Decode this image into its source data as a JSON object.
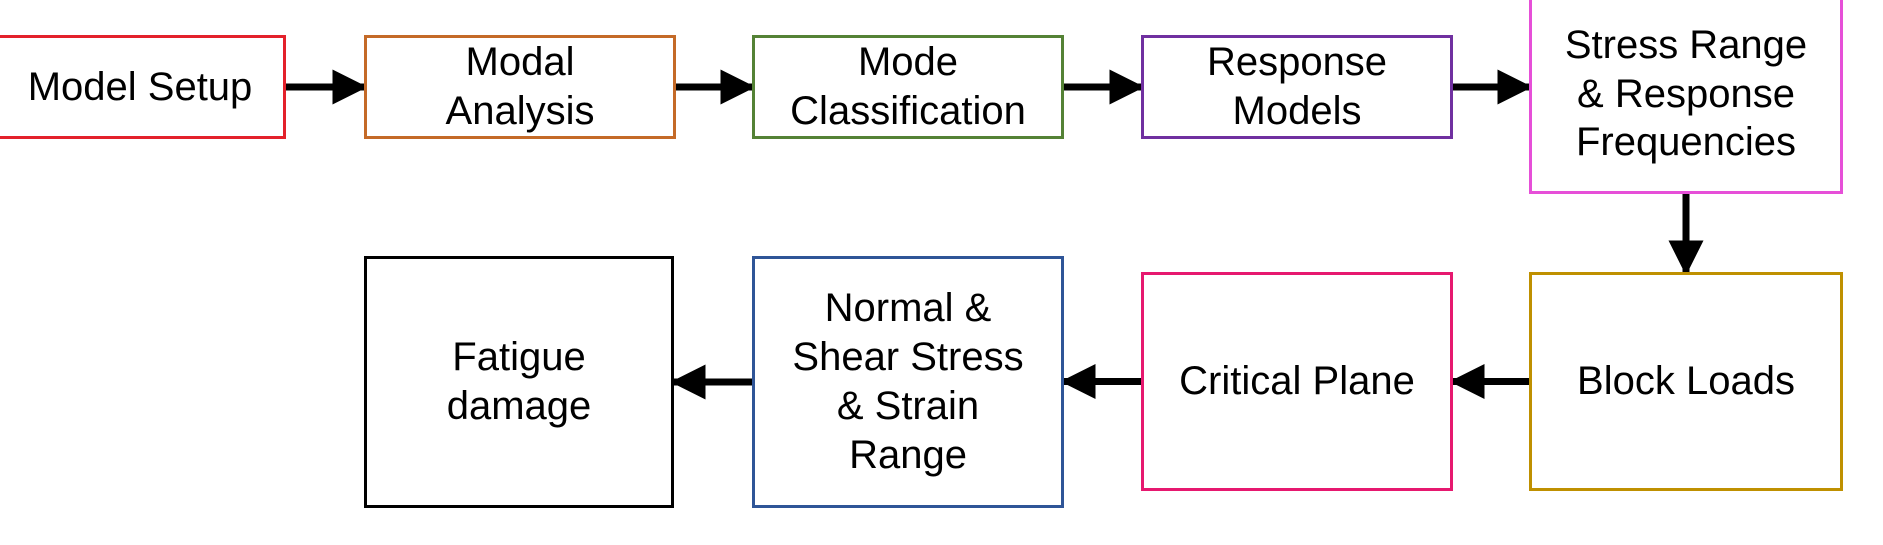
{
  "diagram": {
    "nodes": [
      {
        "id": "model_setup",
        "label": "Model Setup",
        "color": "#e3212b"
      },
      {
        "id": "modal_analysis",
        "label": "Modal\nAnalysis",
        "color": "#c46a28"
      },
      {
        "id": "mode_classification",
        "label": "Mode\nClassification",
        "color": "#548235"
      },
      {
        "id": "response_models",
        "label": "Response\nModels",
        "color": "#7030a0"
      },
      {
        "id": "stress_range",
        "label": "Stress Range\n& Response\nFrequencies",
        "color": "#e64fd8"
      },
      {
        "id": "block_loads",
        "label": "Block Loads",
        "color": "#bf9000"
      },
      {
        "id": "critical_plane",
        "label": "Critical Plane",
        "color": "#e6186f"
      },
      {
        "id": "normal_shear",
        "label": "Normal &\nShear Stress\n& Strain\nRange",
        "color": "#2f5597"
      },
      {
        "id": "fatigue_damage",
        "label": "Fatigue\ndamage",
        "color": "#000000"
      }
    ],
    "edges": [
      {
        "from": "model_setup",
        "to": "modal_analysis"
      },
      {
        "from": "modal_analysis",
        "to": "mode_classification"
      },
      {
        "from": "mode_classification",
        "to": "response_models"
      },
      {
        "from": "response_models",
        "to": "stress_range"
      },
      {
        "from": "stress_range",
        "to": "block_loads"
      },
      {
        "from": "block_loads",
        "to": "critical_plane"
      },
      {
        "from": "critical_plane",
        "to": "normal_shear"
      },
      {
        "from": "normal_shear",
        "to": "fatigue_damage"
      }
    ],
    "arrow_color": "#000000"
  }
}
